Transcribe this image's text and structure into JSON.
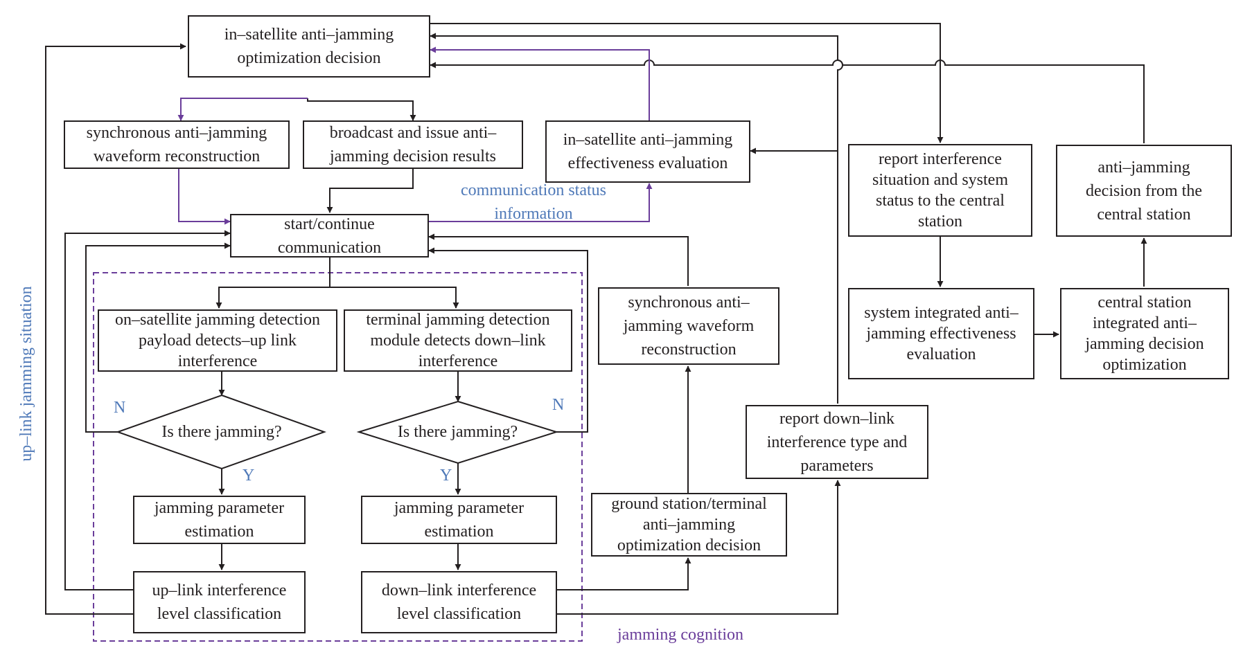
{
  "colors": {
    "line": "#231f20",
    "accent_purple": "#6a3d9a",
    "label_blue": "#4f79b8"
  },
  "boxes": {
    "in_satellite_decision": "in–satellite anti–jamming\noptimization decision",
    "sync_waveform_top": "synchronous anti–jamming\nwaveform reconstruction",
    "broadcast": "broadcast and issue anti–\njamming decision results",
    "effectiveness_eval": "in–satellite anti–jamming\neffectiveness evaluation",
    "start_comm": "start/continue\ncommunication",
    "onsat_detection": "on–satellite jamming detection\npayload detects–up link\ninterference",
    "terminal_detection": "terminal jamming detection\nmodule detects down–link\ninterference",
    "sync_waveform_mid": "synchronous anti–\njamming waveform\nreconstruction",
    "report_interference": "report interference\nsituation and system\nstatus to the central\nstation",
    "anti_jamming_central": "anti–jamming\ndecision from the\ncentral station",
    "system_integrated_eval": "system integrated anti–\njamming effectiveness\nevaluation",
    "central_optimization": "central station\nintegrated anti–\njamming decision\noptimization",
    "param_est_left": "jamming parameter\nestimation",
    "param_est_right": "jamming parameter\nestimation",
    "uplink_classification": "up–link interference\nlevel classification",
    "downlink_classification": "down–link interference\nlevel classification",
    "ground_decision": "ground station/terminal\nanti–jamming\noptimization decision",
    "report_downlink": "report down–link\ninterference type and\nparameters"
  },
  "decisions": {
    "left": "Is there jamming?",
    "right": "Is there jamming?"
  },
  "labels": {
    "comm_status": "communication status\ninformation",
    "uplink_situation": "up–link jamming situation",
    "jamming_cognition": "jamming cognition",
    "n_left": "N",
    "n_right": "N",
    "y_left": "Y",
    "y_right": "Y"
  }
}
